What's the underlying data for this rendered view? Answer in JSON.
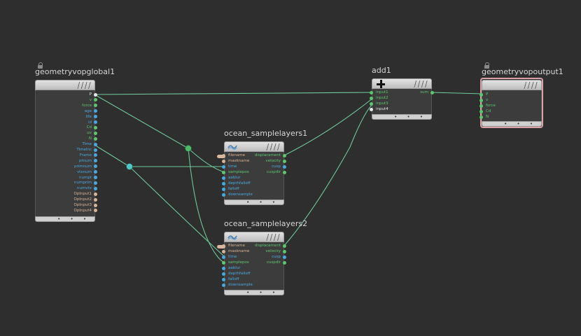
{
  "colors": {
    "background": "#2e2e2e",
    "wire": "#6fc79a",
    "port_green": "#5ec66f",
    "port_blue": "#4aa8e0",
    "port_tan": "#d5b49a",
    "port_white": "#e6e6e6",
    "dot_green": "#4cb86a",
    "dot_cyan": "#4fc6c8",
    "output_border": "#d9a2a6"
  },
  "nodes": {
    "global": {
      "title": "geometryvopglobal1",
      "outputs": [
        {
          "label": "P",
          "color": "#e6e6e6"
        },
        {
          "label": "v",
          "color": "#5ec66f"
        },
        {
          "label": "force",
          "color": "#5ec66f"
        },
        {
          "label": "age",
          "color": "#4aa8e0"
        },
        {
          "label": "life",
          "color": "#4aa8e0"
        },
        {
          "label": "id",
          "color": "#4aa8e0"
        },
        {
          "label": "Cd",
          "color": "#5ec66f"
        },
        {
          "label": "uv",
          "color": "#5ec66f"
        },
        {
          "label": "N",
          "color": "#5ec66f"
        },
        {
          "label": "Time",
          "color": "#4aa8e0"
        },
        {
          "label": "TimeInc",
          "color": "#4aa8e0"
        },
        {
          "label": "Frame",
          "color": "#4aa8e0"
        },
        {
          "label": "ptnum",
          "color": "#4aa8e0"
        },
        {
          "label": "primnum",
          "color": "#4aa8e0"
        },
        {
          "label": "vtxnum",
          "color": "#4aa8e0"
        },
        {
          "label": "numpt",
          "color": "#4aa8e0"
        },
        {
          "label": "numprim",
          "color": "#4aa8e0"
        },
        {
          "label": "numvtx",
          "color": "#4aa8e0"
        },
        {
          "label": "OpInput1",
          "color": "#d5b49a"
        },
        {
          "label": "OpInput2",
          "color": "#d5b49a"
        },
        {
          "label": "OpInput3",
          "color": "#d5b49a"
        },
        {
          "label": "OpInput4",
          "color": "#d5b49a"
        }
      ]
    },
    "ocean1": {
      "title": "ocean_samplelayers1",
      "inputs": [
        {
          "label": "filename",
          "color": "#d5b49a"
        },
        {
          "label": "maskname",
          "color": "#d5b49a"
        },
        {
          "label": "time",
          "color": "#4aa8e0"
        },
        {
          "label": "samplepos",
          "color": "#5ec66f"
        },
        {
          "label": "aablur",
          "color": "#4aa8e0"
        },
        {
          "label": "depthfalloff",
          "color": "#4aa8e0"
        },
        {
          "label": "falloff",
          "color": "#4aa8e0"
        },
        {
          "label": "downsample",
          "color": "#4aa8e0"
        }
      ],
      "outputs": [
        {
          "label": "displacement",
          "color": "#5ec66f"
        },
        {
          "label": "velocity",
          "color": "#5ec66f"
        },
        {
          "label": "cusp",
          "color": "#4aa8e0"
        },
        {
          "label": "cuspdir",
          "color": "#5ec66f"
        }
      ]
    },
    "ocean2": {
      "title": "ocean_samplelayers2",
      "inputs": [
        {
          "label": "filename",
          "color": "#d5b49a"
        },
        {
          "label": "maskname",
          "color": "#d5b49a"
        },
        {
          "label": "time",
          "color": "#4aa8e0"
        },
        {
          "label": "samplepos",
          "color": "#5ec66f"
        },
        {
          "label": "aablur",
          "color": "#4aa8e0"
        },
        {
          "label": "depthfalloff",
          "color": "#4aa8e0"
        },
        {
          "label": "falloff",
          "color": "#4aa8e0"
        },
        {
          "label": "downsample",
          "color": "#4aa8e0"
        }
      ],
      "outputs": [
        {
          "label": "displacement",
          "color": "#5ec66f"
        },
        {
          "label": "velocity",
          "color": "#5ec66f"
        },
        {
          "label": "cusp",
          "color": "#4aa8e0"
        },
        {
          "label": "cuspdir",
          "color": "#5ec66f"
        }
      ]
    },
    "add": {
      "title": "add1",
      "inputs": [
        {
          "label": "input1",
          "color": "#5ec66f"
        },
        {
          "label": "input2",
          "color": "#5ec66f"
        },
        {
          "label": "input3",
          "color": "#5ec66f"
        },
        {
          "label": "input4",
          "color": "#e6e6e6"
        }
      ],
      "outputs": [
        {
          "label": "sum",
          "color": "#5ec66f"
        }
      ]
    },
    "output": {
      "title": "geometryvopoutput1",
      "inputs": [
        {
          "label": "P",
          "color": "#5ec66f"
        },
        {
          "label": "v",
          "color": "#5ec66f"
        },
        {
          "label": "force",
          "color": "#5ec66f"
        },
        {
          "label": "Cd",
          "color": "#5ec66f"
        },
        {
          "label": "N",
          "color": "#5ec66f"
        }
      ]
    }
  }
}
